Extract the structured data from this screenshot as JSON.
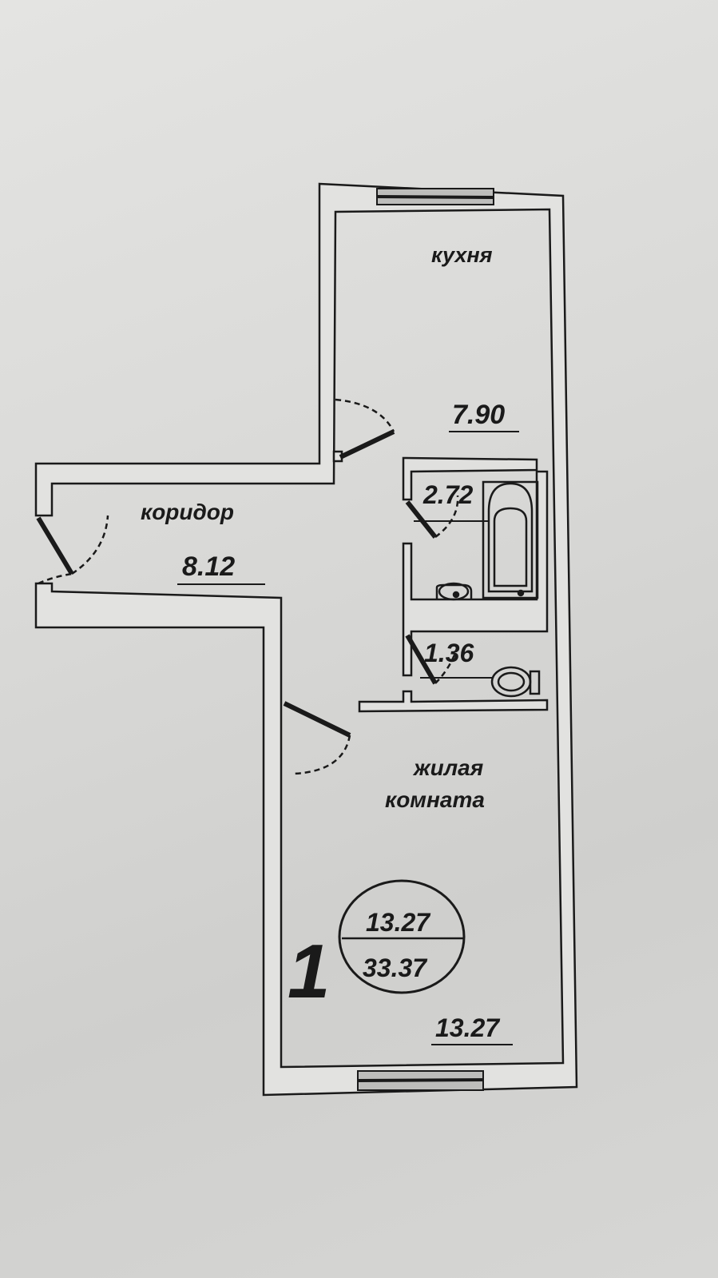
{
  "plan": {
    "rooms": {
      "kitchen": {
        "name": "кухня",
        "area": "7.90"
      },
      "corridor": {
        "name": "коридор",
        "area": "8.12"
      },
      "bathroom": {
        "area": "2.72"
      },
      "toilet": {
        "area": "1.36"
      },
      "living_room": {
        "name_line1": "жилая",
        "name_line2": "комната",
        "area": "13.27"
      }
    },
    "apartment": {
      "rooms_count": "1",
      "living_area": "13.27",
      "total_area": "33.37"
    }
  }
}
